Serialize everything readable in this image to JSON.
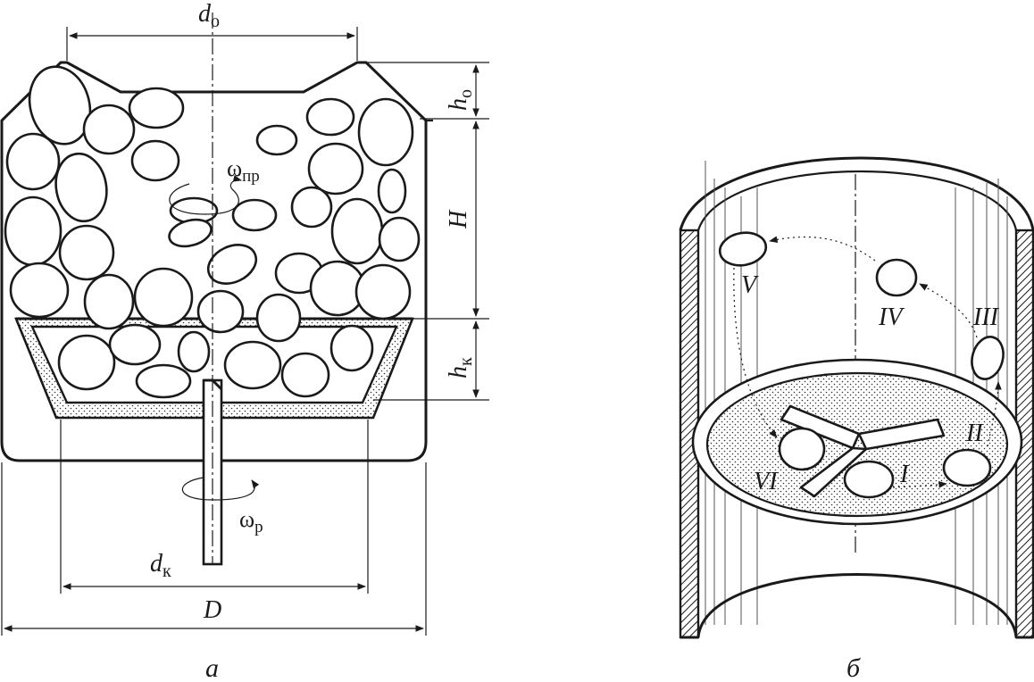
{
  "figure_a": {
    "caption": "а",
    "labels": {
      "d_o": {
        "main": "d",
        "sub": "о"
      },
      "h_o": {
        "main": "h",
        "sub": "о"
      },
      "H": {
        "main": "H"
      },
      "h_k": {
        "main": "h",
        "sub": "к"
      },
      "omega_pr": {
        "main": "ω",
        "sub": "пр"
      },
      "omega_r": {
        "main": "ω",
        "sub": "р"
      },
      "d_k": {
        "main": "d",
        "sub": "к"
      },
      "D": {
        "main": "D"
      }
    }
  },
  "figure_b": {
    "caption": "б",
    "stage_labels": [
      "I",
      "II",
      "III",
      "IV",
      "V",
      "VI"
    ]
  }
}
